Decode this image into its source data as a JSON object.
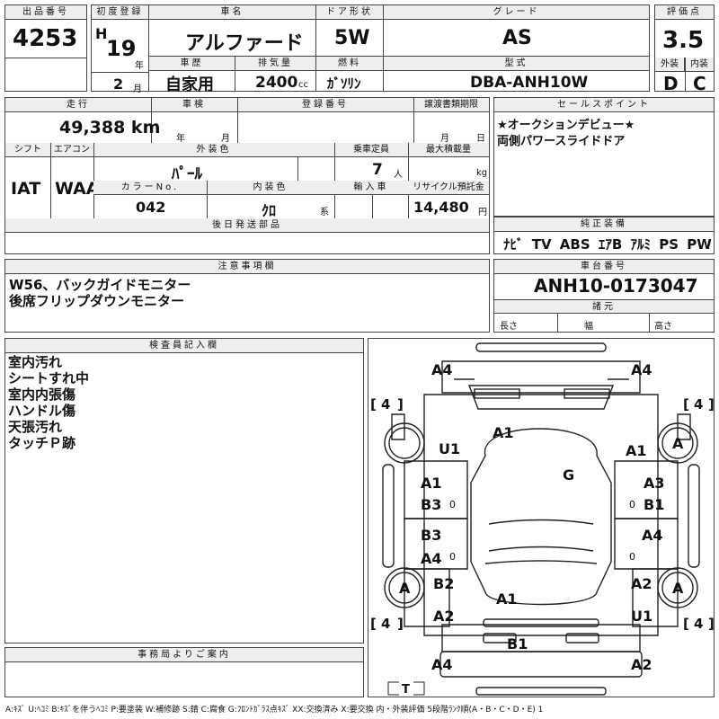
{
  "header": {
    "lot_no_label": "出品番号",
    "lot_no": "4253",
    "first_reg_label": "初度登録",
    "era": "H",
    "year": "19",
    "year_unit": "年",
    "month": "2",
    "month_unit": "月",
    "car_name_label": "車名",
    "car_name": "アルファード",
    "door_label": "ドア形状",
    "door": "5W",
    "grade_label": "グレード",
    "grade": "AS",
    "score_label": "評価点",
    "score": "3.5",
    "history_label": "車歴",
    "history": "自家用",
    "displacement_label": "排気量",
    "displacement": "2400",
    "displacement_unit": "cc",
    "fuel_label": "燃料",
    "fuel": "ｶﾞｿﾘﾝ",
    "model_label": "型式",
    "model": "DBA-ANH10W",
    "exterior_label": "外装",
    "exterior": "D",
    "interior_label": "内装",
    "interior": "C"
  },
  "details": {
    "mileage_label": "走行",
    "mileage": "49,388 km",
    "inspection_label": "車検",
    "inspection_year_unit": "年",
    "inspection_month_unit": "月",
    "reg_no_label": "登録番号",
    "transfer_label": "譲渡書類期限",
    "transfer_month_unit": "月",
    "transfer_day_unit": "日",
    "shift_label": "シフト",
    "shift": "IAT",
    "aircon_label": "エアコン",
    "aircon": "WAA",
    "ext_color_label": "外装色",
    "ext_color": "ﾊﾟｰﾙ",
    "capacity_label": "乗車定員",
    "capacity": "7",
    "capacity_unit": "人",
    "max_load_label": "最大積載量",
    "max_load_unit": "kg",
    "color_no_label": "カラーNo.",
    "color_no": "042",
    "int_color_label": "内装色",
    "int_color": "ｸﾛ",
    "int_color_unit": "系",
    "import_label": "輸入車",
    "recycle_label": "リサイクル預託金",
    "recycle": "14,480",
    "recycle_unit": "円",
    "later_parts_label": "後日発送部品"
  },
  "sales_points": {
    "label": "セールスポイント",
    "lines": [
      "★オークションデビュー★",
      "両側パワースライドドア"
    ]
  },
  "equipment": {
    "label": "純正装備",
    "items": "ﾅﾋﾞ TV ABS ｴｱB ｱﾙﾐ PS PW"
  },
  "caution": {
    "label": "注意事項欄",
    "lines": [
      "W56、バックガイドモニター",
      "後席フリップダウンモニター"
    ]
  },
  "chassis": {
    "label": "車台番号",
    "number": "ANH10-0173047",
    "specs_label": "諸元",
    "length_label": "長さ",
    "width_label": "幅",
    "height_label": "高さ"
  },
  "inspector": {
    "label": "検査員記入欄",
    "lines": [
      "室内汚れ",
      "シートすれ中",
      "室内内張傷",
      "ハンドル傷",
      "天張汚れ",
      "タッチＰ跡"
    ]
  },
  "office": {
    "label": "事務局よりご案内"
  },
  "diagram": {
    "codes": {
      "a4_tl": "A4",
      "a4_tr": "A4",
      "tire_fl": "4",
      "tire_fr": "4",
      "tire_rl": "4",
      "tire_rr": "4",
      "a1_roof": "A1",
      "u1_l": "U1",
      "a1_r": "A1",
      "wheel_fr": "A",
      "g_glass": "G",
      "a1_lf": "A1",
      "b3_lf": "B3",
      "a3_rf": "A3",
      "b1_rf": "B1",
      "b3_lr": "B3",
      "a4_lr": "A4",
      "a4_rr": "A4",
      "wheel_rl": "A",
      "b2_l": "B2",
      "a2_l": "A2",
      "a1_rear": "A1",
      "a2_r": "A2",
      "wheel_rr": "A",
      "u1_r": "U1",
      "b1_bumper": "B1",
      "a4_bl": "A4",
      "a2_br": "A2",
      "small_0a": "0",
      "small_0b": "0",
      "small_0c": "0",
      "small_0d": "0",
      "t_label": "T"
    }
  },
  "legend": "A:ｷｽﾞ U:ﾍｺﾐ B:ｷｽﾞを伴うﾍｺﾐ P:要塗装 W:補修跡 S:錆 C:腐食 G:ﾌﾛﾝﾄｶﾞﾗｽ点ｷｽﾞ XX:交換済み X:要交換 内・外装評価 5段階ﾗﾝｸ順(A・B・C・D・E) 1"
}
